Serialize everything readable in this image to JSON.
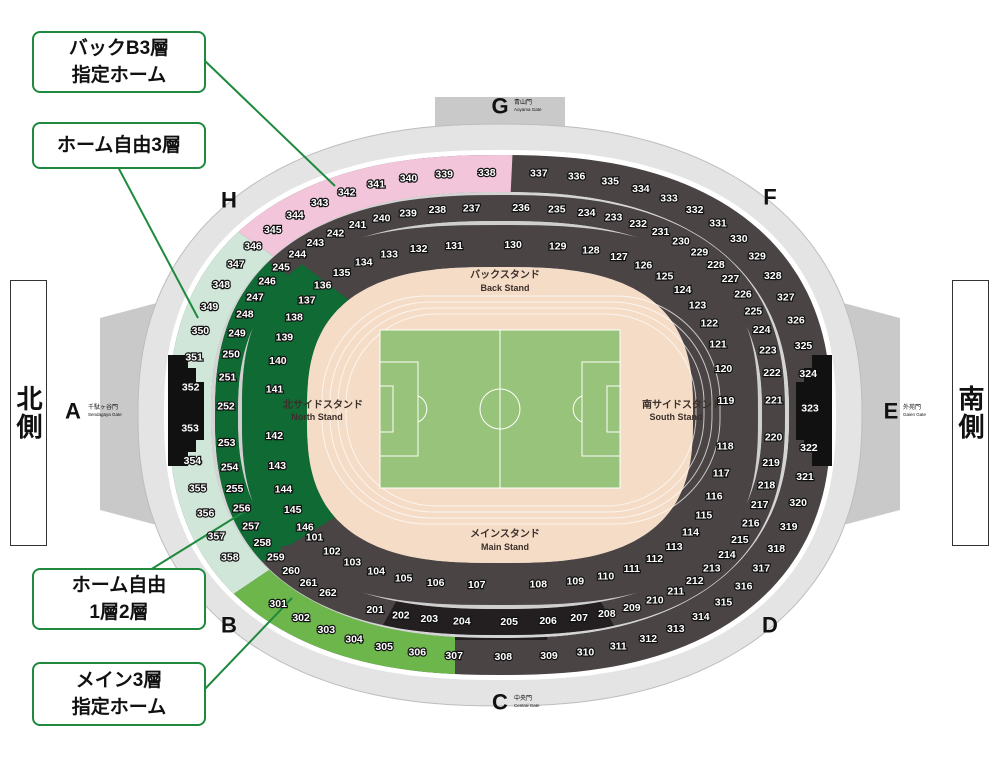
{
  "callouts": [
    {
      "lines": [
        "バックB3層",
        "指定ホーム"
      ]
    },
    {
      "lines": [
        "ホーム自由3層"
      ]
    },
    {
      "lines": [
        "ホーム自由",
        "1層2層"
      ]
    },
    {
      "lines": [
        "メイン3層",
        "指定ホーム"
      ]
    }
  ],
  "sides": {
    "north": "北側",
    "south": "南側"
  },
  "gates": {
    "A": {
      "letter": "A",
      "jp": "千駄ヶ谷門",
      "en": "Sendagaya Gate"
    },
    "E": {
      "letter": "E",
      "jp": "外苑門",
      "en": "Gaien Gate"
    },
    "G": {
      "letter": "G",
      "jp": "青山門",
      "en": "Aoyama Gate"
    },
    "C": {
      "letter": "C",
      "jp": "中央門",
      "en": "Central Gate"
    }
  },
  "corners": {
    "H": "H",
    "F": "F",
    "B": "B",
    "D": "D"
  },
  "stands": {
    "back": {
      "jp": "バックスタンド",
      "en": "Back Stand"
    },
    "north": {
      "jp": "北サイドスタンド",
      "en": "North Stand"
    },
    "south": {
      "jp": "南サイドスタンド",
      "en": "South Stand"
    },
    "main": {
      "jp": "メインスタンド",
      "en": "Main Stand"
    }
  },
  "sections": {
    "tier1": [
      "101",
      "102",
      "103",
      "104",
      "105",
      "106",
      "107",
      "108",
      "109",
      "110",
      "111",
      "112",
      "113",
      "114",
      "115",
      "116",
      "117",
      "118",
      "119",
      "120",
      "121",
      "122",
      "123",
      "124",
      "125",
      "126",
      "127",
      "128",
      "129",
      "130",
      "131",
      "132",
      "133",
      "134",
      "135",
      "136",
      "137",
      "138",
      "139",
      "140",
      "141",
      "142",
      "143",
      "144",
      "145",
      "146"
    ],
    "tier2": [
      "201",
      "202",
      "203",
      "204",
      "205",
      "206",
      "207",
      "208",
      "209",
      "210",
      "211",
      "212",
      "213",
      "214",
      "215",
      "216",
      "217",
      "218",
      "219",
      "220",
      "221",
      "222",
      "223",
      "224",
      "225",
      "226",
      "227",
      "228",
      "229",
      "230",
      "231",
      "232",
      "233",
      "234",
      "235",
      "236",
      "237",
      "238",
      "239",
      "240",
      "241",
      "242",
      "243",
      "244",
      "245",
      "246",
      "247",
      "248",
      "249",
      "250",
      "251",
      "252",
      "253",
      "254",
      "255",
      "256",
      "257",
      "258",
      "259",
      "260",
      "261",
      "262"
    ],
    "tier3": [
      "301",
      "302",
      "303",
      "304",
      "305",
      "306",
      "307",
      "308",
      "309",
      "310",
      "311",
      "312",
      "313",
      "314",
      "315",
      "316",
      "317",
      "318",
      "319",
      "320",
      "321",
      "322",
      "323",
      "324",
      "325",
      "326",
      "327",
      "328",
      "329",
      "330",
      "331",
      "332",
      "333",
      "334",
      "335",
      "336",
      "337",
      "338",
      "339",
      "340",
      "341",
      "342",
      "343",
      "344",
      "345",
      "346",
      "347",
      "348",
      "349",
      "350",
      "351",
      "352",
      "353",
      "354",
      "355",
      "356",
      "357",
      "358"
    ]
  },
  "colors": {
    "seat_dark": "#4a4444",
    "seat_black": "#231f20",
    "back_b3_home": "#f2c5da",
    "home_free_3": "#cfe6d9",
    "home_free_12": "#0f6a34",
    "main3_home": "#6db64b",
    "field_surround": "#f4dcc7",
    "pitch": "#97c37a",
    "callout_border": "#1f8a3e"
  }
}
